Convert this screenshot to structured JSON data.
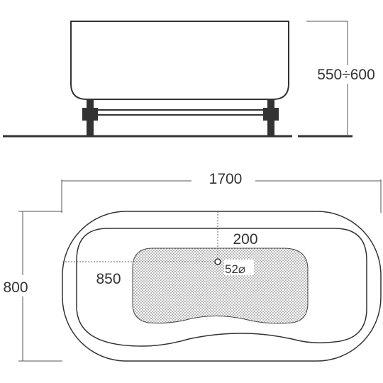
{
  "side_view": {
    "height_label": "550÷600"
  },
  "top_view": {
    "length_label": "1700",
    "width_label": "800",
    "drain_offset_label": "200",
    "drain_position_label": "850",
    "drain_diameter_label": "52⌀"
  },
  "colors": {
    "line": "#333333",
    "dimension_line": "#555555",
    "hatch": "#8a8a8a",
    "background": "#ffffff"
  }
}
